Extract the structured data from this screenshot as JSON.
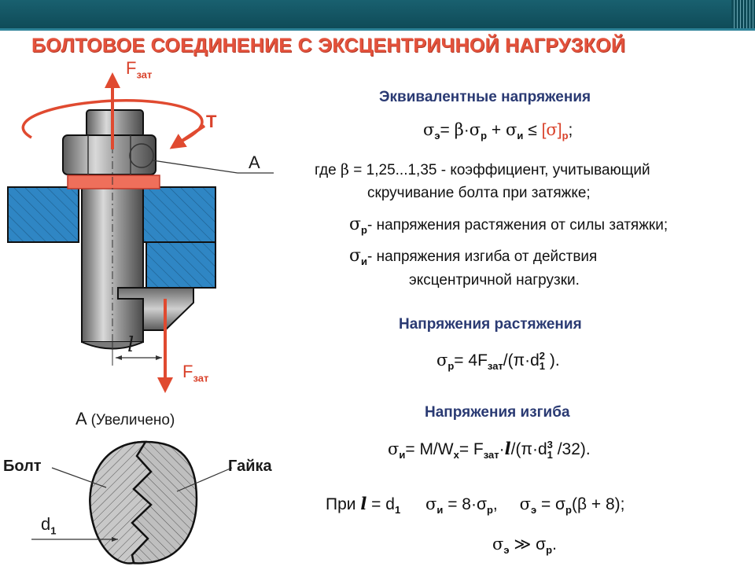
{
  "slide": {
    "title": "БОЛТОВОЕ СОЕДИНЕНИЕ С ЭКСЦЕНТРИЧНОЙ НАГРУЗКОЙ"
  },
  "diagram": {
    "force_symbol": "F",
    "force_sub": "зат",
    "torque_label": "T",
    "detail_label": "A",
    "lever_label": "l",
    "zoom_title": "A",
    "zoom_note": "(Увеличено)",
    "bolt_label": "Болт",
    "nut_label": "Гайка",
    "d_label": "d",
    "d_sub": "1"
  },
  "equivalent": {
    "heading": "Эквивалентные напряжения",
    "formula": {
      "sigma": "σ",
      "sub_e": "э",
      "eq": "= ",
      "beta": "β",
      "dot": "·",
      "sub_p": "р",
      "plus": " + ",
      "sub_i": "и",
      "leq": " ≤ ",
      "bracket_open": "[",
      "bracket_close": "]",
      "end": ";"
    },
    "where_prefix": "где ",
    "beta": "β",
    "where_text": " = 1,25...1,35 - коэффициент, учитывающий",
    "where_text2": "скручивание болта при затяжке;",
    "sigma_p_desc": "- напряжения растяжения от силы затяжки;",
    "sigma_i_desc": "- напряжения изгиба от действия",
    "sigma_i_desc2": "эксцентричной  нагрузки."
  },
  "tension": {
    "heading": "Напряжения растяжения",
    "formula_eq": "= 4F",
    "formula_sub": "зат",
    "formula_rest": "/(π·d",
    "formula_sup": "2",
    "formula_sub1": "1",
    "formula_end": " )."
  },
  "bending": {
    "heading": "Напряжения изгиба",
    "eq1": "= M/W",
    "sub_x": "x",
    "eq2": "= F",
    "sub_zat": "зат",
    "eq3": "·",
    "l": "l",
    "eq4": "/(π·d",
    "sup3": "3",
    "sub1": "1",
    "eq5": " /32)."
  },
  "case": {
    "prefix": "При  ",
    "l": "l",
    "cond": " = d",
    "cond_sub": "1",
    "s1": " = 8·σ",
    "s1_end": ",",
    "s2": " = σ",
    "s2_rest": "(β + 8);",
    "final_rel": " ≫ σ",
    "final_end": "."
  }
}
